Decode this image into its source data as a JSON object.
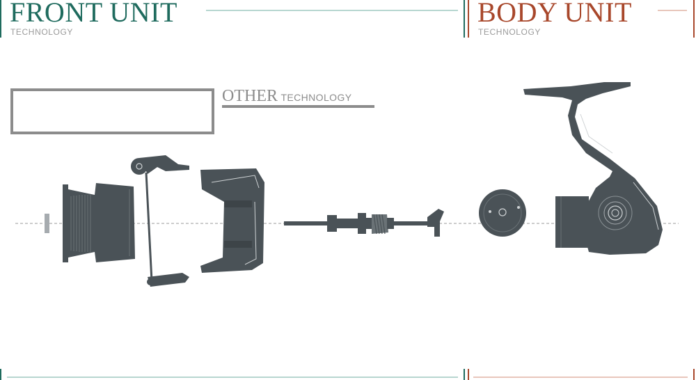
{
  "header": {
    "front": {
      "title": "FRONT UNIT",
      "subtitle": "TECHNOLOGY",
      "color": "#1f6b5e",
      "line_color": "#b7d6d0"
    },
    "body": {
      "title": "BODY UNIT",
      "subtitle": "TECHNOLOGY",
      "color": "#a8472b",
      "line_color": "#e8c6bb"
    }
  },
  "other_tab": {
    "big": "OTHER",
    "small": "TECHNOLOGY",
    "color": "#8c8c8c"
  },
  "diagram": {
    "part_color": "#4a5257",
    "axis_color": "#9a9a9a"
  }
}
